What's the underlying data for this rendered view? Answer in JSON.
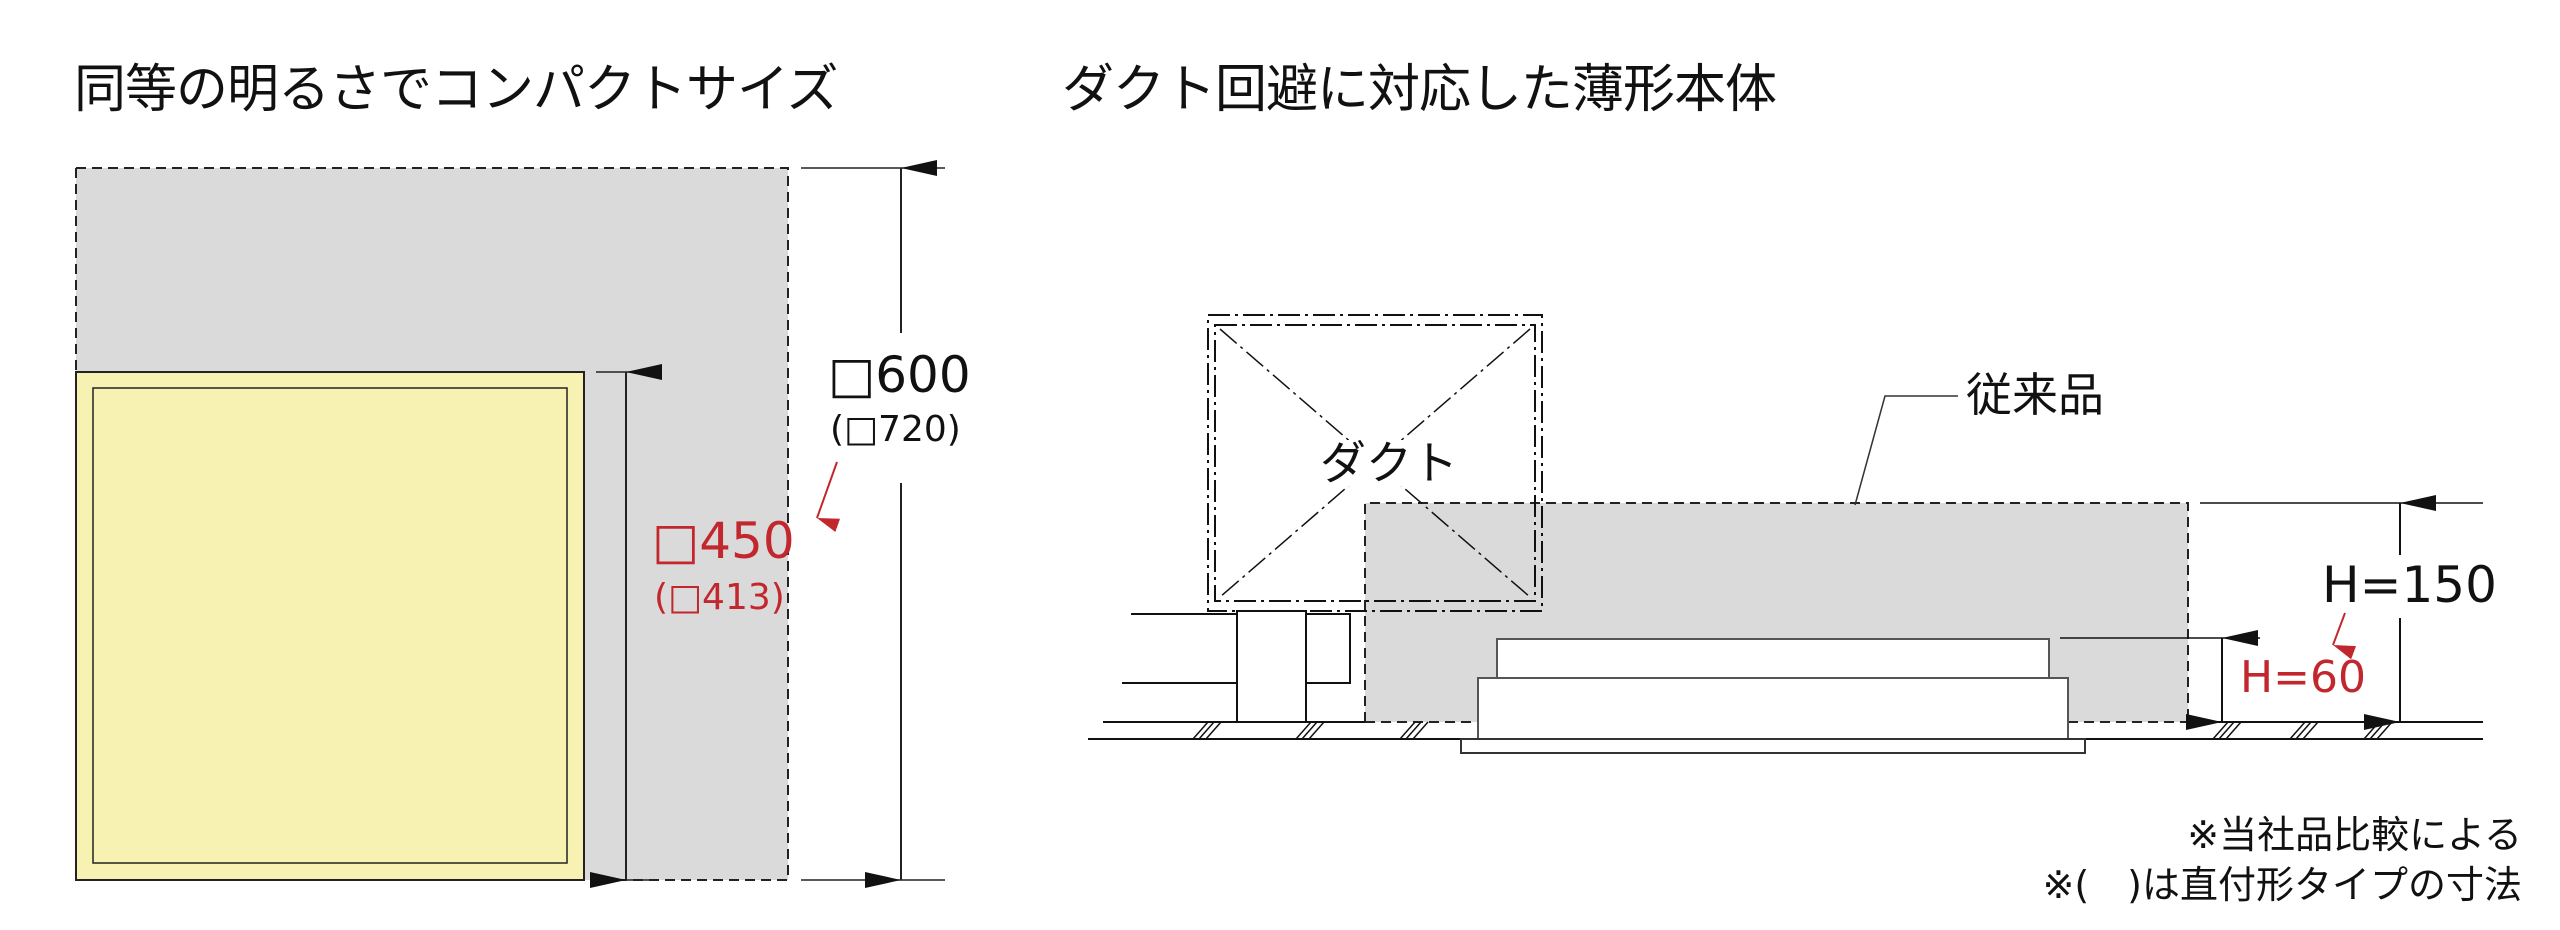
{
  "left_panel": {
    "title": "同等の明るさでコンパクトサイズ",
    "conventional": {
      "label": "□600",
      "sub_label": "(□720)",
      "fill": "#dadada"
    },
    "new_product": {
      "label": "□450",
      "sub_label": "(□413)",
      "fill": "#f7f2b2"
    }
  },
  "right_panel": {
    "title": "ダクト回避に対応した薄形本体",
    "duct_label": "ダクト",
    "conventional_label": "従来品",
    "conventional_height": "H=150",
    "new_height": "H=60"
  },
  "notes": {
    "line1": "※当社品比較による",
    "line2": "※(　)は直付形タイプの寸法"
  },
  "colors": {
    "accent_red": "#c1272d",
    "gray_fill": "#dadada",
    "yellow_fill": "#f7f2b2",
    "line": "#111111"
  }
}
